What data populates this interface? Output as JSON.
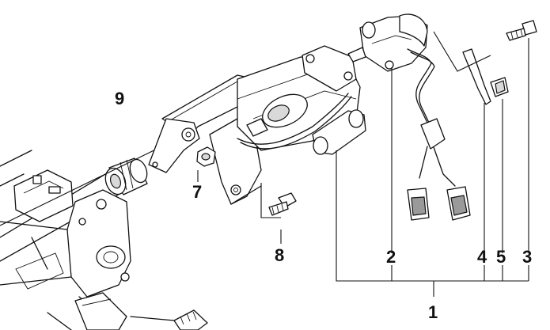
{
  "diagram": {
    "callouts": {
      "n1": "1",
      "n2": "2",
      "n3": "3",
      "n4": "4",
      "n5": "5",
      "n7": "7",
      "n8": "8",
      "n9": "9"
    }
  }
}
